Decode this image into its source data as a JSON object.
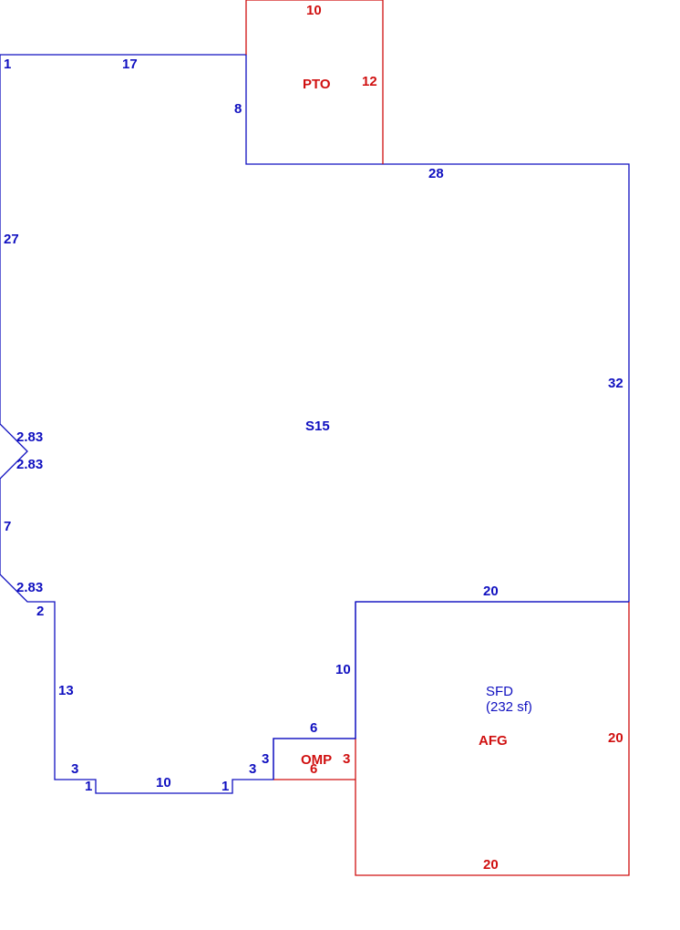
{
  "colors": {
    "main": "#1010c0",
    "addition": "#d01010",
    "background": "#ffffff"
  },
  "areas": {
    "main": "S15",
    "patio": "PTO",
    "garage": "AFG",
    "porch": "OMP",
    "sfd_title": "SFD",
    "sfd_area": "(232 sf)"
  },
  "dims": {
    "top_left_corner": "1",
    "top_left_run": "17",
    "left_upper": "27",
    "patio_side": "8",
    "patio_top": "10",
    "patio_right": "12",
    "top_right_run": "28",
    "right_side": "32",
    "bay_upper": "2.83",
    "bay_lower": "2.83",
    "left_lower": "7",
    "angle_lower": "2.83",
    "step_in": "2",
    "left_wing": "13",
    "bottom_left": "3",
    "notch_left": "1",
    "bottom_mid": "10",
    "notch_right": "1",
    "bottom_right": "3",
    "porch_left": "3",
    "porch_top": "6",
    "porch_bottom": "6",
    "porch_right": "3",
    "garage_inner": "10",
    "garage_top": "20",
    "garage_right": "20",
    "garage_bottom": "20"
  }
}
